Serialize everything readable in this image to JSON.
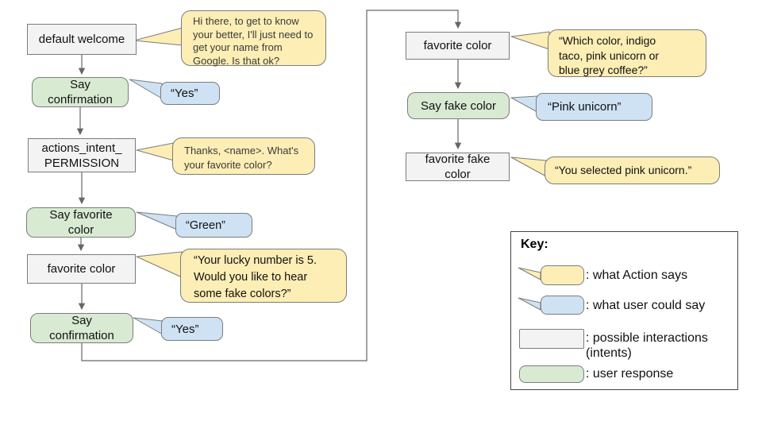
{
  "colors": {
    "action_bubble": "#fceeb5",
    "user_bubble": "#cfe2f3",
    "intent_box": "#f3f3f3",
    "response_box": "#d9ead3",
    "shape_border": "#7c7c7c",
    "connector": "#666666",
    "key_border": "#454545"
  },
  "nodes": {
    "default_welcome": {
      "label": "default welcome"
    },
    "say_confirmation_1": {
      "label": "Say\nconfirmation"
    },
    "actions_intent_permission": {
      "label": "actions_intent_\nPERMISSION"
    },
    "say_favorite_color": {
      "label": "Say favorite\ncolor"
    },
    "favorite_color_left": {
      "label": "favorite color"
    },
    "say_confirmation_2": {
      "label": "Say\nconfirmation"
    },
    "favorite_color_right": {
      "label": "favorite color"
    },
    "say_fake_color": {
      "label": "Say fake color"
    },
    "favorite_fake_color": {
      "label": "favorite fake\ncolor"
    }
  },
  "bubbles": {
    "welcome_prompt": {
      "type": "action",
      "text": "Hi there, to get to know\nyour better, I'll just need to\nget your name from\nGoogle. Is that ok?"
    },
    "confirmation_yes_1": {
      "type": "user",
      "text": "“Yes”"
    },
    "permission_prompt": {
      "type": "action",
      "text": "Thanks, <name>. What's\nyour favorite color?"
    },
    "favorite_color_answer": {
      "type": "user",
      "text": "“Green”"
    },
    "lucky_number_prompt": {
      "type": "action",
      "text": "“Your lucky number is 5.\nWould you like to hear\nsome fake colors?”"
    },
    "confirmation_yes_2": {
      "type": "user",
      "text": "“Yes”"
    },
    "fake_color_prompt": {
      "type": "action",
      "text": "“Which color, indigo\ntaco, pink unicorn or\nblue grey coffee?”"
    },
    "fake_color_answer": {
      "type": "user",
      "text": "“Pink unicorn”"
    },
    "selected_confirmation": {
      "type": "action",
      "text": "“You selected pink unicorn.”"
    }
  },
  "key": {
    "title": "Key:",
    "action_says": ": what Action says",
    "user_could_say": ": what user could say",
    "possible_interactions": ": possible interactions (intents)",
    "user_response": ": user response"
  }
}
